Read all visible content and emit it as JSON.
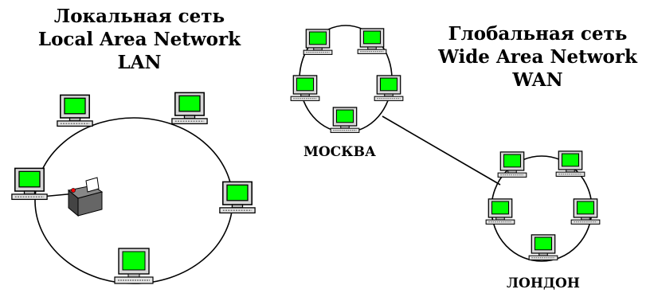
{
  "lan": {
    "title_lines": [
      "Локальная сеть",
      "Local Area Network",
      "LAN"
    ]
  },
  "wan": {
    "title_lines": [
      "Глобальная сеть",
      "Wide Area Network",
      "WAN"
    ],
    "cities": {
      "moscow": "МОСКВА",
      "london": "ЛОНДОН"
    }
  },
  "colors": {
    "screen": "#00ff00",
    "monitor_body": "#d8d8d8",
    "outline": "#000000",
    "printer": "#555555",
    "printer_light": "#ff0000"
  },
  "icons": [
    "computer-icon",
    "printer-icon"
  ]
}
